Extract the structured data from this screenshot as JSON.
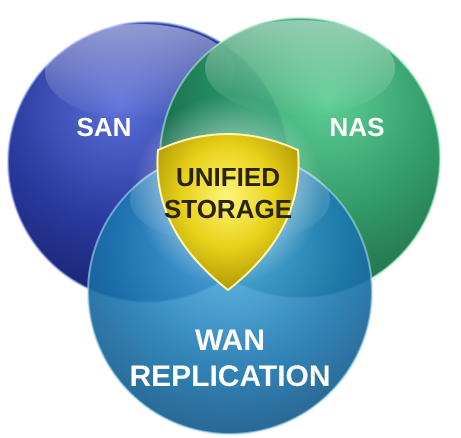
{
  "venn": {
    "circles": [
      {
        "id": "san",
        "label": "SAN",
        "color": "#2a3a9e"
      },
      {
        "id": "nas",
        "label": "NAS",
        "color": "#1f8f5a"
      },
      {
        "id": "wan",
        "label_line1": "WAN",
        "label_line2": "REPLICATION",
        "color": "#1c77b0"
      }
    ],
    "center": {
      "line1": "UNIFIED",
      "line2": "STORAGE",
      "color": "#e8d21a"
    }
  }
}
